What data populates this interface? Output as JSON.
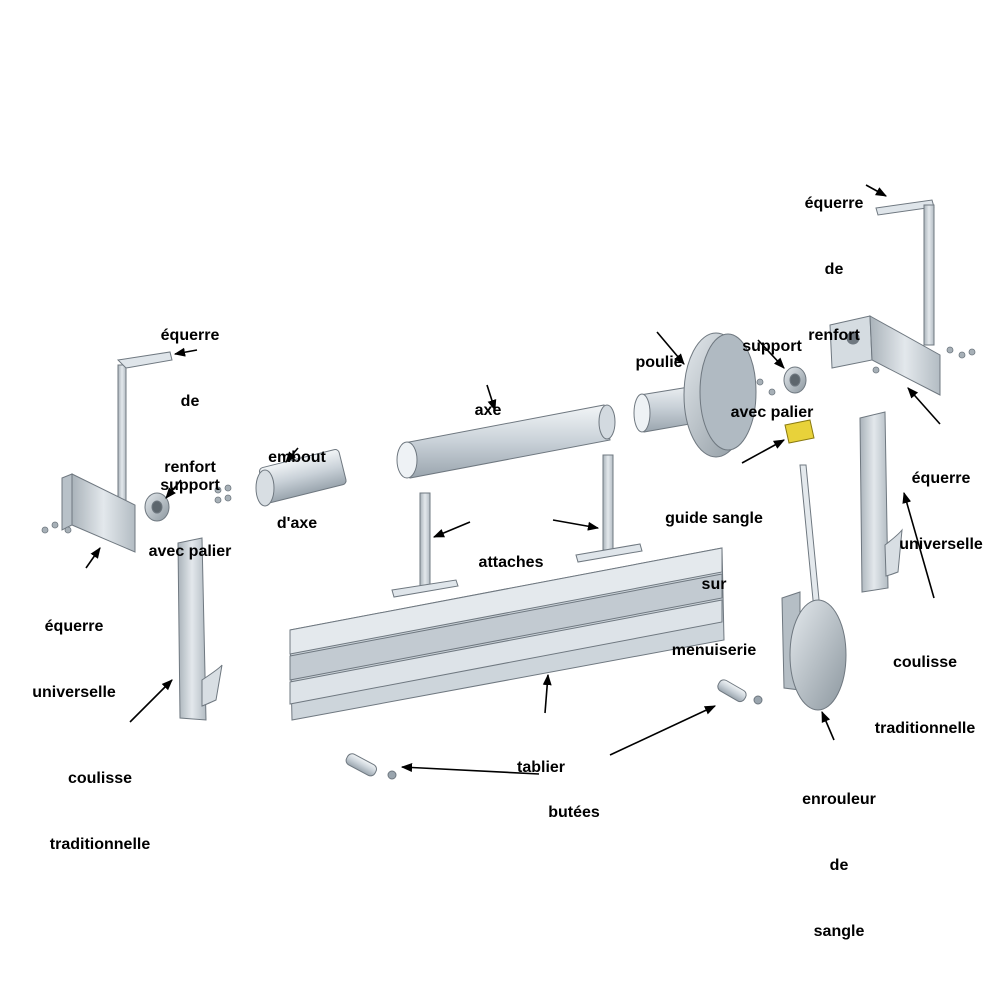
{
  "labels": {
    "equerre_renfort_left": [
      "équerre",
      "de",
      "renfort"
    ],
    "equerre_renfort_right": [
      "équerre",
      "de",
      "renfort"
    ],
    "support_palier_left": [
      "support",
      "avec palier"
    ],
    "support_palier_right": [
      "support",
      "avec palier"
    ],
    "equerre_universelle_left": [
      "équerre",
      "universelle"
    ],
    "equerre_universelle_right": [
      "équerre",
      "universelle"
    ],
    "coulisse_left": [
      "coulisse",
      "traditionnelle"
    ],
    "coulisse_right": [
      "coulisse",
      "traditionnelle"
    ],
    "embout_axe": [
      "embout",
      "d'axe"
    ],
    "axe": [
      "axe"
    ],
    "poulie": [
      "poulie"
    ],
    "attaches": [
      "attaches"
    ],
    "guide_sangle": [
      "guide sangle",
      "sur",
      "menuiserie"
    ],
    "tablier": [
      "tablier"
    ],
    "butees": [
      "butées"
    ],
    "enrouleur": [
      "enrouleur",
      "de",
      "sangle"
    ]
  },
  "colors": {
    "metal_light": "#e6ecf0",
    "metal_mid": "#c3ccd3",
    "metal_dark": "#8f9aa3",
    "outline": "#6f7880",
    "accent_yellow": "#e8d23a"
  }
}
